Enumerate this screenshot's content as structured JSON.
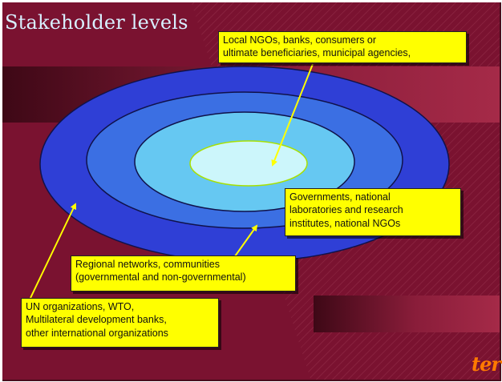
{
  "slide": {
    "title": "Stakeholder levels",
    "logo_text": "ter",
    "colors": {
      "background": "#7a1230",
      "callout": "#ffff00",
      "ring_outer": "#2f3fd6",
      "ring_second": "#3b6fe3",
      "ring_third": "#66c8f2",
      "core": "#ccf6fb",
      "arrow": "#ffff00",
      "logo": "#ff7a00"
    }
  },
  "diagram": {
    "rings": [
      "international",
      "regional",
      "national",
      "local"
    ]
  },
  "callouts": {
    "local": {
      "lines": [
        "Local NGOs, banks, consumers or",
        "ultimate beneficiaries, municipal agencies,"
      ]
    },
    "national": {
      "lines": [
        "Governments, national",
        "laboratories and research",
        "institutes, national NGOs"
      ]
    },
    "regional": {
      "lines": [
        "Regional networks, communities",
        "(governmental and non-governmental)"
      ]
    },
    "international": {
      "lines": [
        "UN organizations, WTO,",
        "Multilateral development banks,",
        "other international organizations"
      ]
    }
  }
}
